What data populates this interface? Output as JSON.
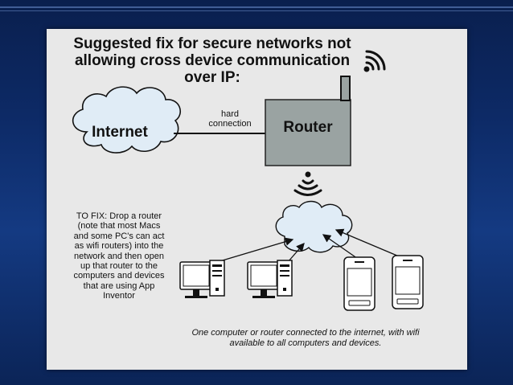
{
  "title": {
    "lines": [
      "Suggested fix for secure networks not",
      "allowing cross device communication",
      "over IP:"
    ]
  },
  "diagram": {
    "internet_label": "Internet",
    "router_label": "Router",
    "connection_label": [
      "hard",
      "connection"
    ]
  },
  "fix_note": {
    "lines": [
      "TO FIX: Drop a router",
      "(note that most Macs",
      "and some PC's can act",
      "as wifi routers) into the",
      "network and then open",
      "up that router to the",
      "computers and devices",
      "that are using App",
      "Inventor"
    ]
  },
  "caption": {
    "lines": [
      "One computer or router connected to the internet, with wifi",
      "available to all computers and devices."
    ]
  },
  "colors": {
    "router_box": "#9aa3a2",
    "cloud_fill": "#e0ecf6",
    "background": "#0d2a66"
  },
  "icons": [
    "wifi-signal-icon",
    "wifi-broadcast-icon",
    "desktop-computer-icon",
    "mobile-phone-icon",
    "cloud-icon"
  ]
}
